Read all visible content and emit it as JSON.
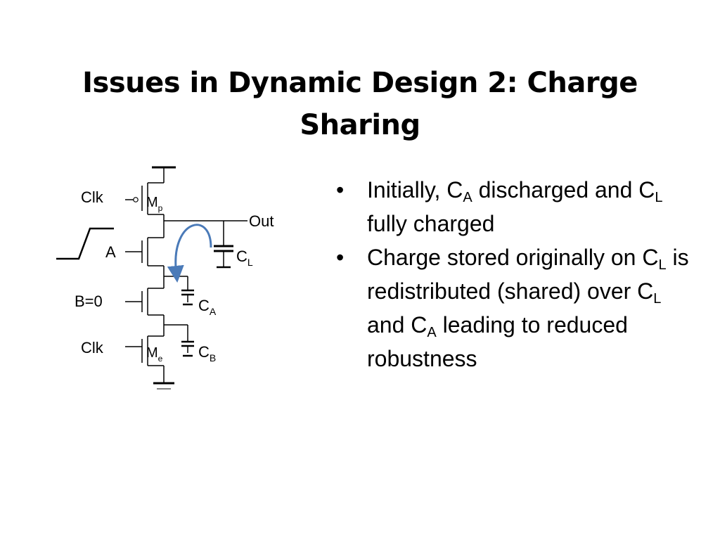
{
  "slide": {
    "title_line1": "Issues in Dynamic Design 2: Charge",
    "title_line2": "Sharing"
  },
  "bullets": [
    {
      "marker": "•",
      "parts": [
        {
          "t": "Initially, C"
        },
        {
          "sub": "A"
        },
        {
          "t": " discharged and C"
        },
        {
          "sub": "L"
        },
        {
          "t": " fully charged"
        }
      ]
    },
    {
      "marker": "•",
      "parts": [
        {
          "t": "Charge stored originally on C"
        },
        {
          "sub": "L"
        },
        {
          "t": " is redistributed (shared) over C"
        },
        {
          "sub": "L"
        },
        {
          "t": " and C"
        },
        {
          "sub": "A"
        },
        {
          "t": " leading to reduced robustness"
        }
      ]
    }
  ],
  "circuit": {
    "clk_top": "Clk",
    "mp_main": "M",
    "mp_sub": "p",
    "out": "Out",
    "a": "A",
    "cl_main": "C",
    "cl_sub": "L",
    "b": "B=0",
    "ca_main": "C",
    "ca_sub": "A",
    "clk_bottom": "Clk",
    "me_main": "M",
    "me_sub": "e",
    "cb_main": "C",
    "cb_sub": "B"
  },
  "colors": {
    "arrow": "#4a7ab8",
    "line": "#000000"
  }
}
